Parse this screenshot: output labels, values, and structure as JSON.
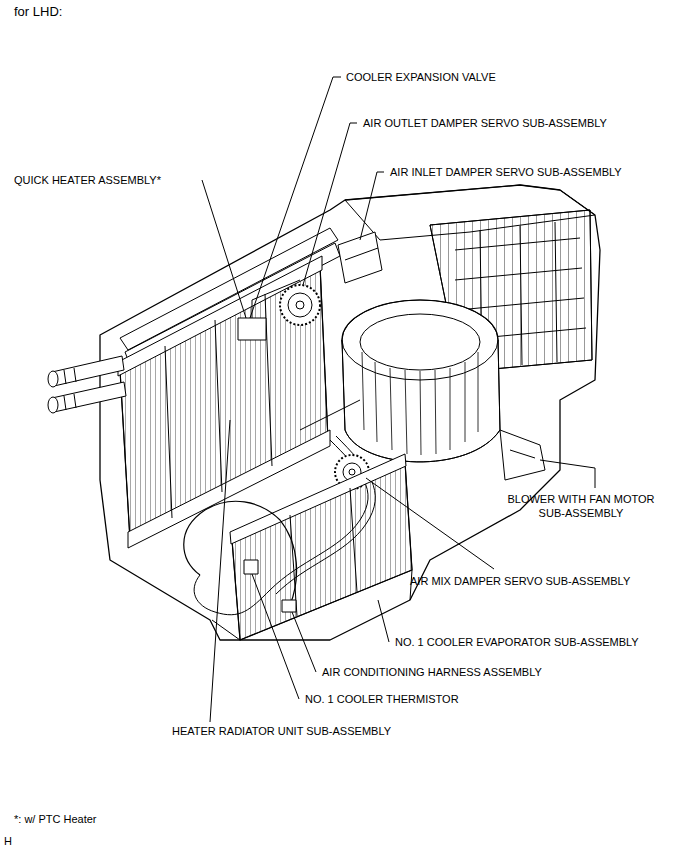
{
  "diagram": {
    "title": "for LHD:",
    "labels": [
      "COOLER EXPANSION VALVE",
      "AIR OUTLET DAMPER SERVO SUB-ASSEMBLY",
      "AIR INLET DAMPER SERVO SUB-ASSEMBLY",
      "QUICK HEATER ASSEMBLY*",
      "BLOWER WITH FAN MOTOR SUB-ASSEMBLY",
      "AIR MIX DAMPER SERVO SUB-ASSEMBLY",
      "NO. 1 COOLER EVAPORATOR SUB-ASSEMBLY",
      "AIR CONDITIONING HARNESS ASSEMBLY",
      "NO. 1 COOLER THERMISTOR",
      "HEATER RADIATOR UNIT SUB-ASSEMBLY",
      "*: w/ PTC Heater",
      "H"
    ]
  }
}
